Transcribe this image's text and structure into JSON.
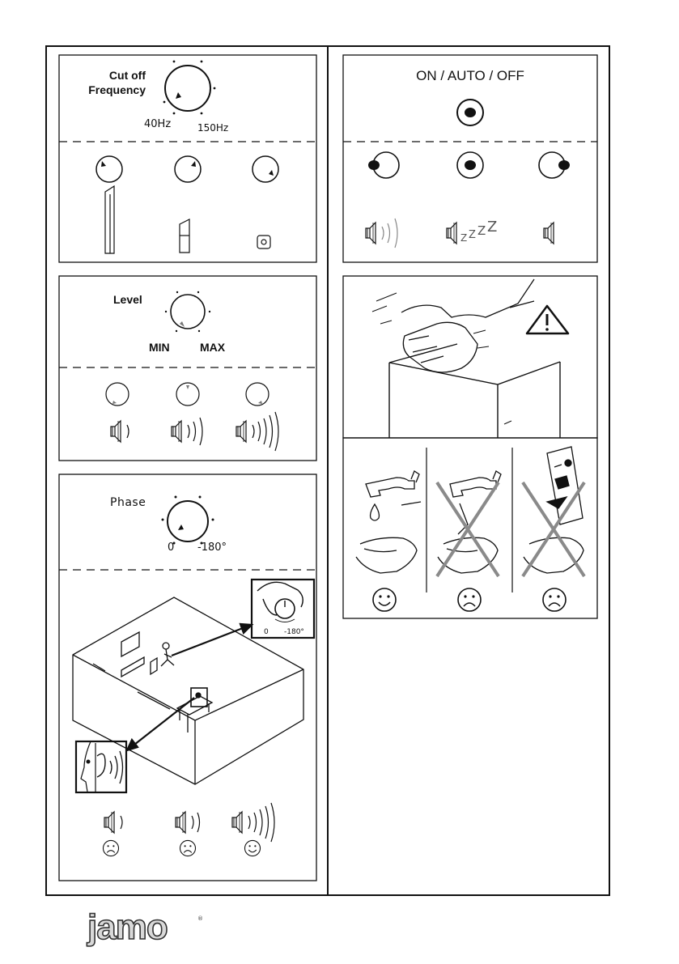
{
  "cutoff": {
    "title": "Cut off\nFrequency",
    "min": "40Hz",
    "max": "150Hz"
  },
  "power": {
    "title": "ON / AUTO / OFF",
    "sleep": "ZZZZ"
  },
  "level": {
    "title": "Level",
    "min": "MIN",
    "max": "MAX"
  },
  "phase": {
    "title": "Phase",
    "min": "0",
    "max": "-180°",
    "inset_min": "0",
    "inset_max": "-180°"
  },
  "brand": {
    "logo_text": "jamo",
    "registered": "®"
  },
  "colors": {
    "line": "#111111",
    "cross": "#8a8a8a",
    "logo_fill": "#d9d9d9"
  },
  "icons": [
    "knob-icon",
    "tall-speaker-icon",
    "medium-speaker-icon",
    "small-speaker-icon",
    "speaker-sound-icon",
    "warning-icon",
    "faucet-icon",
    "water-drop-icon",
    "hand-icon",
    "spray-bottle-icon",
    "smiley-happy-icon",
    "smiley-sad-icon",
    "cross-icon",
    "room-diagram"
  ]
}
